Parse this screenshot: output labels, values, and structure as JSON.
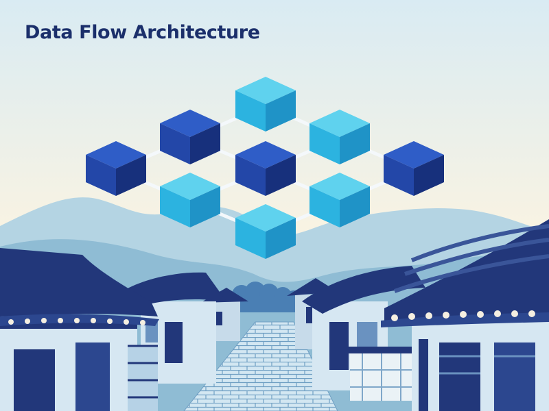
{
  "title": "Data Flow Architecture",
  "palette": {
    "sky_top": "#d9ebf3",
    "sky_bottom": "#f8f3e3",
    "navy": "#1b2f6b",
    "cube_cyan_top": "#5fd2ee",
    "cube_cyan_left": "#2cb3e0",
    "cube_cyan_right": "#1f93c7",
    "cube_blue_top": "#2f5dc7",
    "cube_blue_left": "#2347a8",
    "cube_blue_right": "#17307c",
    "mountain_far": "#b4d4e3",
    "mountain_near": "#8fbcd4",
    "roof": "#22377a",
    "wall": "#d6e7f2",
    "path": "#bfdaea"
  },
  "network": {
    "node_colors": [
      "cyan",
      "blue",
      "cyan",
      "blue",
      "blue",
      "blue",
      "cyan",
      "cyan",
      "cyan"
    ]
  }
}
